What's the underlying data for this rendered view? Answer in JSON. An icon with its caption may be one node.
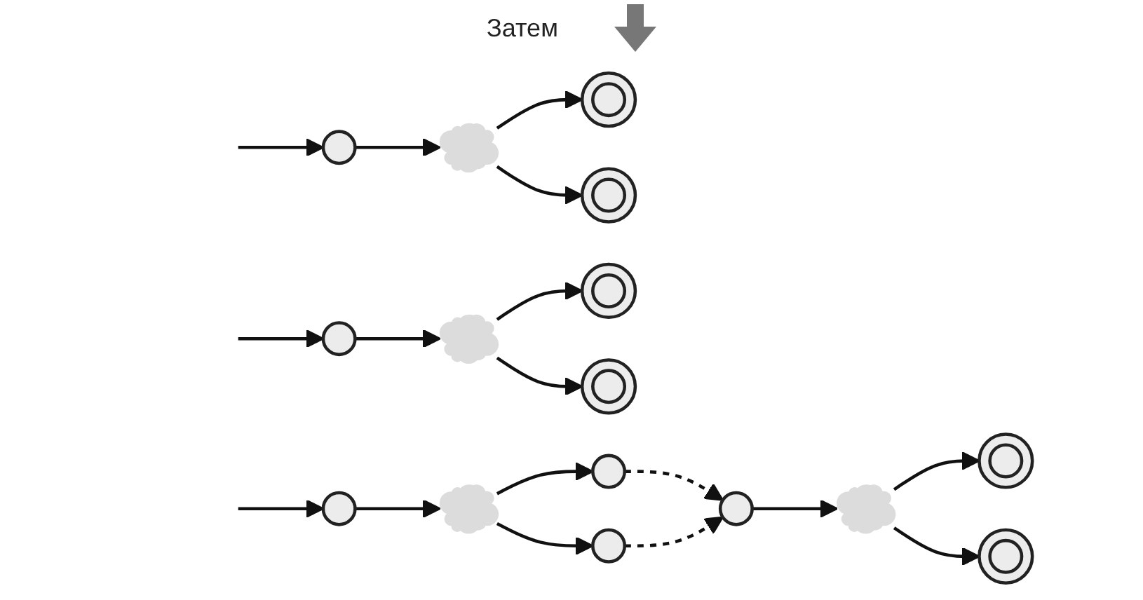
{
  "diagram": {
    "nodes": [
      {
        "text": [],
        "shape": "circle"
      },
      {
        "text": [],
        "shape": "cloud"
      },
      {
        "text": [],
        "shape": "doublecircle"
      },
      {
        "text": [],
        "shape": "doublecircle"
      },
      {
        "text": [],
        "shape": "circle"
      },
      {
        "text": [],
        "shape": "cloud"
      },
      {
        "text": [],
        "shape": "doublecircle"
      },
      {
        "text": [],
        "shape": "doublecircle"
      },
      {
        "text": [],
        "shape": "circle"
      },
      {
        "text": [],
        "shape": "cloud"
      },
      {
        "text": [],
        "shape": "circle"
      },
      {
        "text": [],
        "shape": "circle"
      },
      {
        "text": [],
        "shape": "circle"
      },
      {
        "text": [],
        "shape": "cloud"
      },
      {
        "text": [],
        "shape": "doublecircle"
      },
      {
        "text": [],
        "shape": "doublecircle"
      }
    ],
    "edges": [
      {
        "from": null,
        "to": 0,
        "arrow": "to"
      },
      {
        "from": 0,
        "to": 1,
        "arrow": "to"
      },
      {
        "from": 1,
        "to": 2,
        "arrow": "to"
      },
      {
        "from": 1,
        "to": 3,
        "arrow": "to"
      },
      {
        "from": null,
        "to": 4,
        "arrow": "to"
      },
      {
        "from": 4,
        "to": 5,
        "arrow": "to"
      },
      {
        "from": 5,
        "to": 6,
        "arrow": "to"
      },
      {
        "from": 5,
        "to": 7,
        "arrow": "to"
      },
      {
        "from": null,
        "to": 8,
        "arrow": "to"
      },
      {
        "from": 8,
        "to": 9,
        "arrow": "to"
      },
      {
        "from": 9,
        "to": 10,
        "arrow": "to"
      },
      {
        "from": 9,
        "to": 11,
        "arrow": "to"
      },
      {
        "from": 10,
        "to": 12,
        "arrow": "to",
        "style": "dashed"
      },
      {
        "from": 11,
        "to": 12,
        "arrow": "to",
        "style": "dashed"
      },
      {
        "from": 12,
        "to": 13,
        "arrow": "to"
      },
      {
        "from": 13,
        "to": 14,
        "arrow": "to"
      },
      {
        "from": 13,
        "to": 15,
        "arrow": "to"
      }
    ],
    "labels": [
      "Затем"
    ]
  }
}
